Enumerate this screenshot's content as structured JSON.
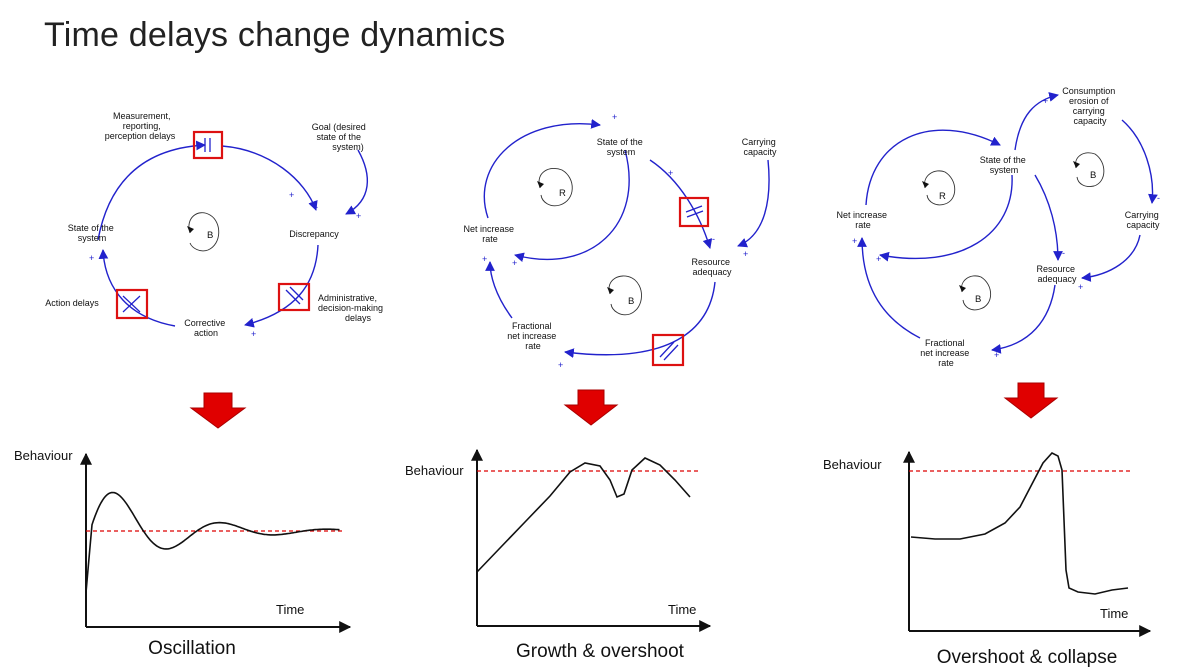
{
  "title": "Time delays change dynamics",
  "panels": [
    {
      "caption": "Oscillation",
      "loop_labels": [
        "B"
      ],
      "variables": {
        "measurement": [
          "Measurement,",
          "reporting,",
          "perception delays"
        ],
        "goal": [
          "Goal (desired",
          "state of the",
          "system)"
        ],
        "state": [
          "State of the",
          "system"
        ],
        "discrepancy": [
          "Discrepancy"
        ],
        "action_delays": [
          "Action delays"
        ],
        "admin": [
          "Administrative,",
          "decision-making",
          "delays"
        ],
        "corrective": [
          "Corrective",
          "action"
        ]
      },
      "signs": [
        "+",
        "-",
        "+",
        "+",
        "+"
      ],
      "axis": {
        "y_label": "Behaviour",
        "x_label": "Time"
      }
    },
    {
      "caption": "Growth & overshoot",
      "loop_labels": [
        "R",
        "B"
      ],
      "variables": {
        "state": [
          "State of the",
          "system"
        ],
        "carrying": [
          "Carrying",
          "capacity"
        ],
        "net": [
          "Net increase",
          "rate"
        ],
        "resource": [
          "Resource",
          "adequacy"
        ],
        "fractional": [
          "Fractional",
          "net increase",
          "rate"
        ]
      },
      "signs": [
        "+",
        "+",
        "+",
        "-",
        "+",
        "+",
        "+"
      ],
      "axis": {
        "y_label": "Behaviour",
        "x_label": "Time"
      }
    },
    {
      "caption": "Overshoot & collapse",
      "loop_labels": [
        "R",
        "B",
        "B"
      ],
      "variables": {
        "consumption": [
          "Consumption",
          "erosion of",
          "carrying",
          "capacity"
        ],
        "state": [
          "State of the",
          "system"
        ],
        "carrying": [
          "Carrying",
          "capacity"
        ],
        "net": [
          "Net increase",
          "rate"
        ],
        "resource": [
          "Resource",
          "adequacy"
        ],
        "fractional": [
          "Fractional",
          "net increase",
          "rate"
        ]
      },
      "signs": [
        "+",
        "-",
        "+",
        "+",
        "-",
        "+",
        "+"
      ],
      "axis": {
        "y_label": "Behaviour",
        "x_label": "Time"
      }
    }
  ],
  "colors": {
    "link": "#2222cc",
    "delay_box": "#dd1111",
    "arrow": "#e00000",
    "reference": "#dd0000",
    "text": "#111111"
  }
}
